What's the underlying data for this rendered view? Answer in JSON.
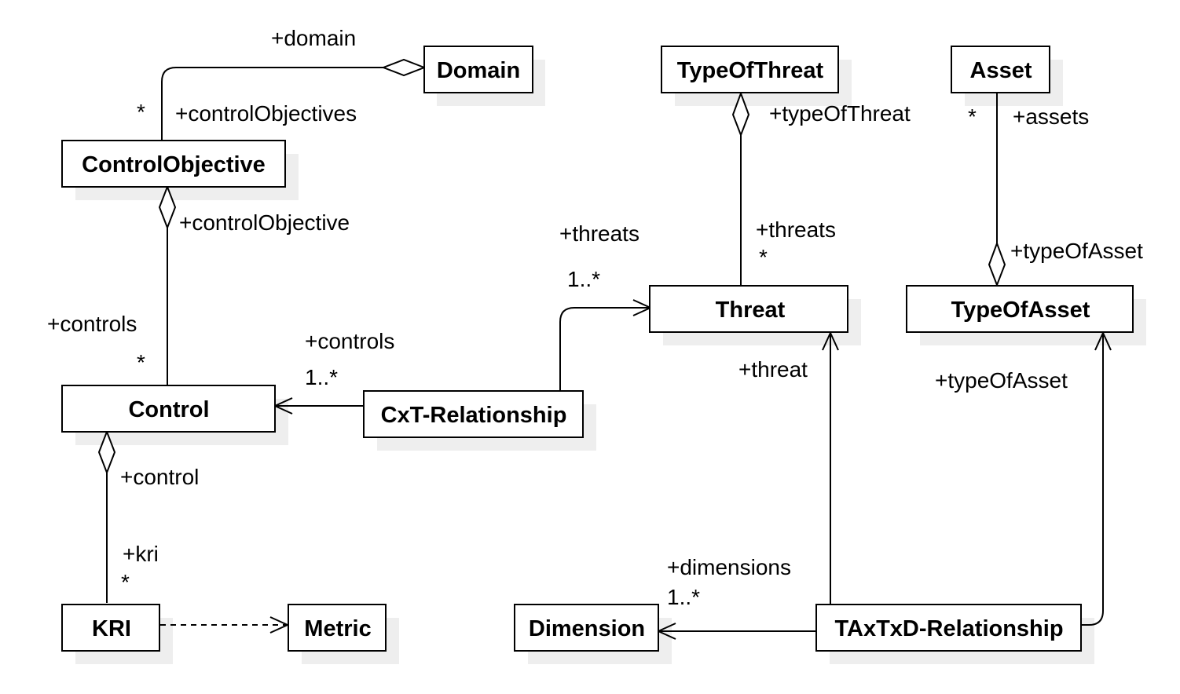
{
  "classes": {
    "domain": "Domain",
    "type_of_threat": "TypeOfThreat",
    "asset": "Asset",
    "control_objective": "ControlObjective",
    "threat": "Threat",
    "type_of_asset": "TypeOfAsset",
    "control": "Control",
    "cxt_relationship": "CxT-Relationship",
    "kri": "KRI",
    "metric": "Metric",
    "dimension": "Dimension",
    "taxtxd_relationship": "TAxTxD-Relationship"
  },
  "roles": {
    "domain_role": "+domain",
    "control_objectives_role": "+controlObjectives",
    "control_objectives_mult": "*",
    "control_objective_role": "+controlObjective",
    "controls_role_left": "+controls",
    "controls_mult_left": "*",
    "control_role": "+control",
    "kri_role": "+kri",
    "kri_mult": "*",
    "controls_role_cxt": "+controls",
    "controls_mult_cxt": "1..*",
    "threats_role_cxt": "+threats",
    "threats_mult_cxt": "1..*",
    "type_of_threat_role": "+typeOfThreat",
    "threats_role_tot": "+threats",
    "threats_mult_tot": "*",
    "assets_mult": "*",
    "assets_role": "+assets",
    "type_of_asset_role_top": "+typeOfAsset",
    "threat_role": "+threat",
    "type_of_asset_role_bottom": "+typeOfAsset",
    "dimensions_role": "+dimensions",
    "dimensions_mult": "1..*"
  }
}
